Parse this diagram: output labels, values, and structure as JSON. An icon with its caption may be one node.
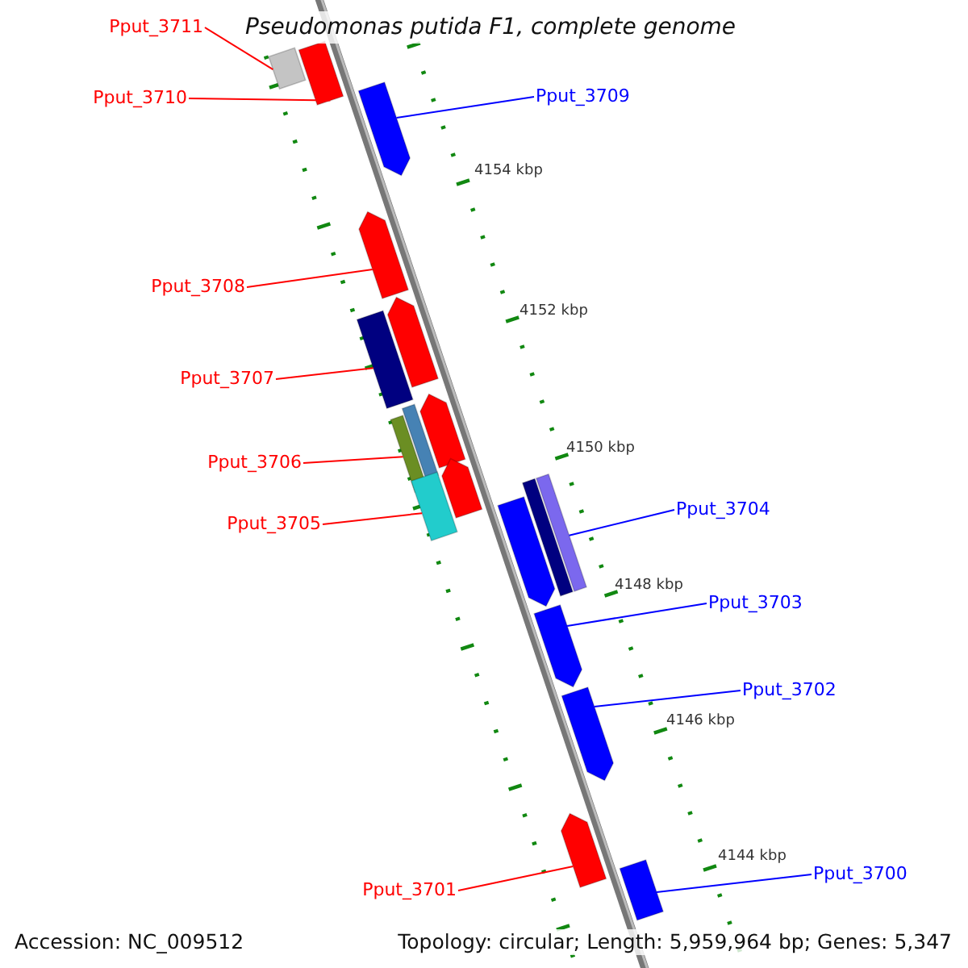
{
  "diagram": {
    "title": "Pseudomonas putida F1, complete genome",
    "nodes": [
      {
        "text": [
          "Pput_3711"
        ]
      },
      {
        "text": [
          "Pput_3710"
        ]
      },
      {
        "text": [],
        "shape": "bar"
      },
      {
        "text": [],
        "shape": "pentagon"
      },
      {
        "text": [
          "Pput_3709"
        ]
      },
      {
        "text": [],
        "shape": "pentagon"
      },
      {
        "text": [
          "Pput_3708"
        ]
      },
      {
        "text": [],
        "shape": "pentagon"
      },
      {
        "text": [],
        "shape": "bar"
      },
      {
        "text": [],
        "shape": "pentagon"
      },
      {
        "text": [
          "Pput_3707"
        ]
      },
      {
        "text": [],
        "shape": "bar"
      },
      {
        "text": [],
        "shape": "bar"
      },
      {
        "text": [],
        "shape": "pentagon"
      },
      {
        "text": [
          "Pput_3706"
        ]
      },
      {
        "text": [],
        "shape": "bar"
      },
      {
        "text": [],
        "shape": "pentagon"
      },
      {
        "text": [
          "Pput_3705"
        ]
      },
      {
        "text": [],
        "shape": "bar"
      },
      {
        "text": [],
        "shape": "bar"
      },
      {
        "text": [],
        "shape": "pentagon"
      },
      {
        "text": [
          "Pput_3704"
        ]
      },
      {
        "text": [
          "Pput_3703"
        ]
      },
      {
        "text": [],
        "shape": "pentagon"
      },
      {
        "text": [
          "Pput_3702"
        ]
      },
      {
        "text": [],
        "shape": "pentagon"
      },
      {
        "text": [],
        "shape": "pentagon"
      },
      {
        "text": [
          "Pput_3701"
        ]
      },
      {
        "text": [
          "Pput_3700"
        ]
      },
      {
        "text": [],
        "shape": "pentagon"
      }
    ],
    "edges": [
      {
        "from": 0,
        "to": 2,
        "arrow": "none"
      },
      {
        "from": 1,
        "to": 3,
        "arrow": "none"
      },
      {
        "from": 4,
        "to": 5,
        "arrow": "none",
        "color": "#0000ff"
      },
      {
        "from": 6,
        "to": 7,
        "arrow": "none"
      },
      {
        "from": 10,
        "to": 8,
        "arrow": "none"
      },
      {
        "from": 14,
        "to": 11,
        "arrow": "none"
      },
      {
        "from": 17,
        "to": 15,
        "arrow": "none"
      },
      {
        "from": 21,
        "to": 19,
        "arrow": "none",
        "color": "#0000ff"
      },
      {
        "from": 22,
        "to": 23,
        "arrow": "none",
        "color": "#0000ff"
      },
      {
        "from": 24,
        "to": 25,
        "arrow": "none",
        "color": "#0000ff"
      },
      {
        "from": 27,
        "to": 26,
        "arrow": "none"
      },
      {
        "from": 28,
        "to": 29,
        "arrow": "none",
        "color": "#0000ff"
      }
    ],
    "labels": [
      "4154 kbp",
      "4152 kbp",
      "4150 kbp",
      "4148 kbp",
      "4146 kbp",
      "4144 kbp",
      "Accession: NC_009512",
      "Topology: circular; Length: 5,959,964 bp; Genes: 5,347"
    ]
  }
}
